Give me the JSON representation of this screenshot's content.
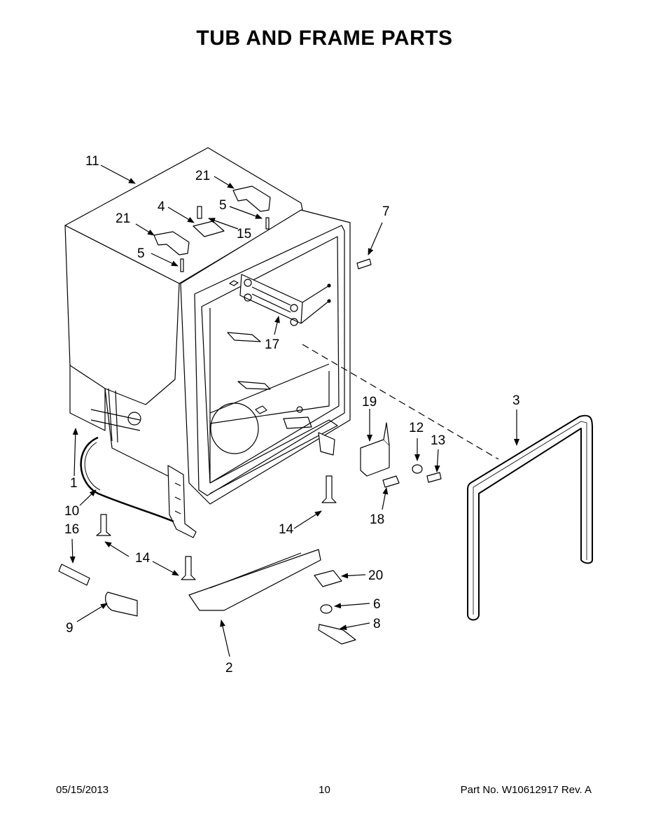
{
  "title": "TUB AND FRAME PARTS",
  "callouts": {
    "c1": "1",
    "c2": "2",
    "c3": "3",
    "c4": "4",
    "c5a": "5",
    "c5b": "5",
    "c6": "6",
    "c7": "7",
    "c8": "8",
    "c9": "9",
    "c10": "10",
    "c11": "11",
    "c12": "12",
    "c13": "13",
    "c14a": "14",
    "c14b": "14",
    "c15": "15",
    "c16": "16",
    "c17": "17",
    "c18": "18",
    "c19": "19",
    "c20": "20",
    "c21a": "21",
    "c21b": "21"
  },
  "footer": {
    "date": "05/15/2013",
    "page": "10",
    "part": "Part No.  W10612917  Rev.  A"
  }
}
